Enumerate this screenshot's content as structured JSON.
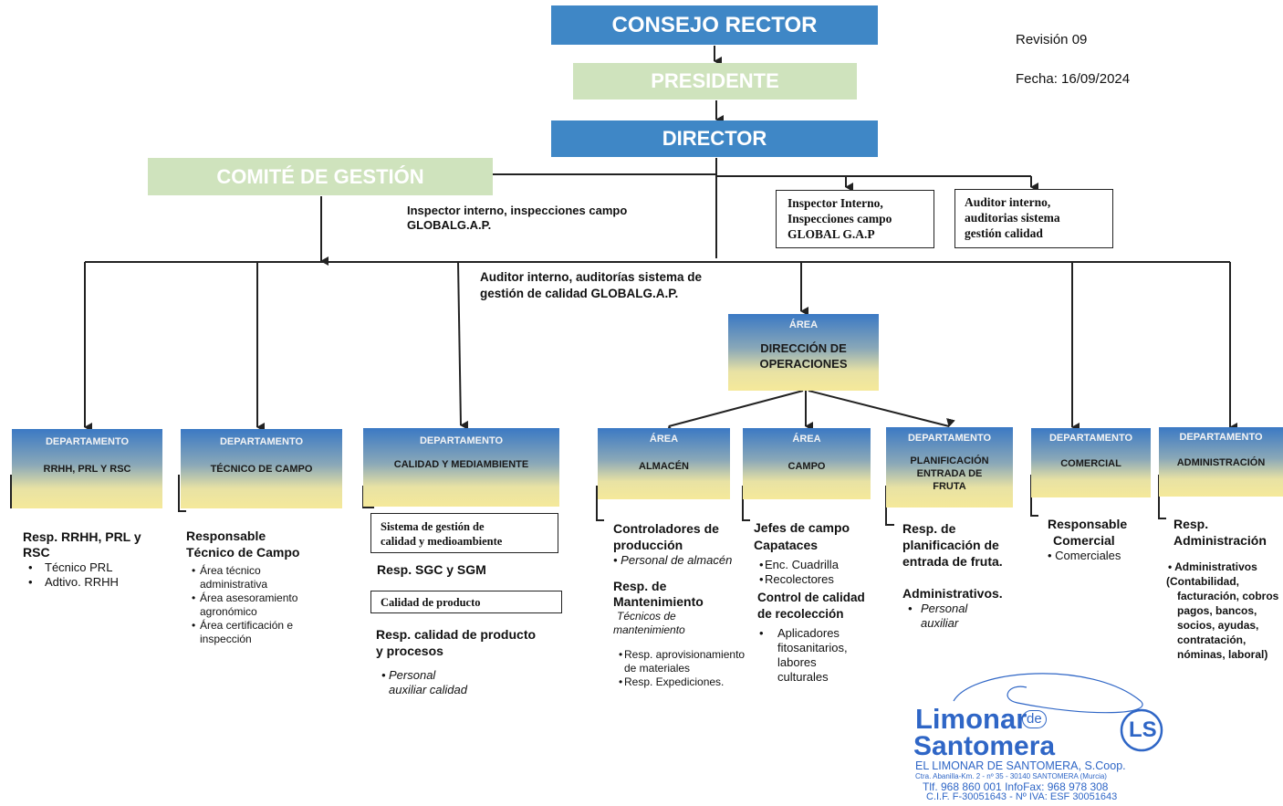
{
  "top": {
    "consejo": "CONSEJO RECTOR",
    "presidente": "PRESIDENTE",
    "director": "DIRECTOR",
    "comite": "COMITÉ DE GESTIÓN"
  },
  "revision": "Revisión 09",
  "fecha": "Fecha: 16/09/2024",
  "inspector_box": [
    "Inspector Interno,",
    "Inspecciones campo",
    "GLOBAL G.A.P"
  ],
  "auditor_box": [
    "Auditor interno,",
    "auditorias sistema",
    "gestión calidad"
  ],
  "inspector_note": [
    "Inspector interno, inspecciones campo",
    "GLOBALG.A.P."
  ],
  "auditor_note": [
    "Auditor interno, auditorías sistema de",
    "gestión de calidad GLOBALG.A.P."
  ],
  "area_ops": {
    "label": "ÁREA",
    "name1": "DIRECCIÓN DE",
    "name2": "OPERACIONES"
  },
  "departments": {
    "rrhh": {
      "label": "DEPARTAMENTO",
      "name": "RRHH, PRL Y RSC"
    },
    "tecnico": {
      "label": "DEPARTAMENTO",
      "name": "TÉCNICO DE CAMPO"
    },
    "calidad": {
      "label": "DEPARTAMENTO",
      "name": "CALIDAD Y MEDIAMBIENTE"
    },
    "almacen": {
      "label": "ÁREA",
      "name": "ALMACÉN"
    },
    "campo": {
      "label": "ÁREA",
      "name": "CAMPO"
    },
    "planificacion": {
      "label": "DEPARTAMENTO",
      "name1": "PLANIFICACIÓN",
      "name2": "ENTRADA DE",
      "name3": "FRUTA"
    },
    "comercial": {
      "label": "DEPARTAMENTO",
      "name": "COMERCIAL"
    },
    "administracion": {
      "label": "DEPARTAMENTO",
      "name": "ADMINISTRACIÓN"
    }
  },
  "rrhh_text": {
    "title1": "Resp. RRHH, PRL y",
    "title2": "RSC",
    "items": [
      "Técnico PRL",
      "Adtivo. RRHH"
    ]
  },
  "tecnico_text": {
    "title1": "Responsable",
    "title2": "Técnico de Campo",
    "items": [
      [
        "Área técnico",
        "administrativa"
      ],
      [
        "Área asesoramiento",
        "agronómico"
      ],
      [
        "Área certificación e",
        "inspección"
      ]
    ]
  },
  "calidad_text": {
    "box1": [
      "Sistema de gestión de",
      "calidad y medioambiente"
    ],
    "resp_sgc": "Resp. SGC y SGM",
    "box2": "Calidad de producto",
    "resp_cal1": "Resp. calidad de producto",
    "resp_cal2": "y procesos",
    "aux1": "Personal",
    "aux2": "auxiliar calidad"
  },
  "almacen_text": {
    "ctrl1": "Controladores de",
    "ctrl2": "producción",
    "pers": "Personal de almacén",
    "mant1": "Resp. de",
    "mant2": "Mantenimiento",
    "tec1": "Técnicos de",
    "tec2": "mantenimiento",
    "items": [
      [
        "Resp. aprovisionamiento",
        "de materiales"
      ],
      [
        "Resp. Expediciones."
      ]
    ]
  },
  "campo_text": {
    "jefes": "Jefes de campo",
    "capataces": "Capataces",
    "items": [
      "Enc. Cuadrilla",
      "Recolectores"
    ],
    "ctrl1": "Control de calidad",
    "ctrl2": "de recolección",
    "apl": [
      "Aplicadores",
      "fitosanitarios,",
      "labores",
      "culturales"
    ]
  },
  "plan_text": {
    "r1": "Resp. de",
    "r2": "planificación de",
    "r3": "entrada de fruta.",
    "adm": "Administrativos.",
    "p1": "Personal",
    "p2": "auxiliar"
  },
  "comercial_text": {
    "r1": "Responsable",
    "r2": "Comercial",
    "item": "Comerciales"
  },
  "admin_text": {
    "r1": "Resp.",
    "r2": "Administración",
    "item": "Administrativos",
    "lines": [
      "(Contabilidad,",
      "facturación, cobros",
      "pagos, bancos,",
      "socios, ayudas,",
      "contratación,",
      "nóminas, laboral)"
    ]
  },
  "stamp": {
    "brand1": "Limonar",
    "de": "de",
    "brand2": "Santomera",
    "ls": "LS",
    "l1": "EL LIMONAR DE SANTOMERA, S.Coop.",
    "l2": "Ctra. Abanilla-Km. 2 - nº 35 - 30140 SANTOMERA (Murcia)",
    "l3": "Tlf. 968 860 001   InfoFax: 968 978 308",
    "l4": "C.I.F. F-30051643 - Nº IVA: ESF 30051643"
  },
  "colors": {
    "blue": "#3f87c6",
    "green": "#cfe3bd",
    "stamp": "#2f66c6"
  }
}
